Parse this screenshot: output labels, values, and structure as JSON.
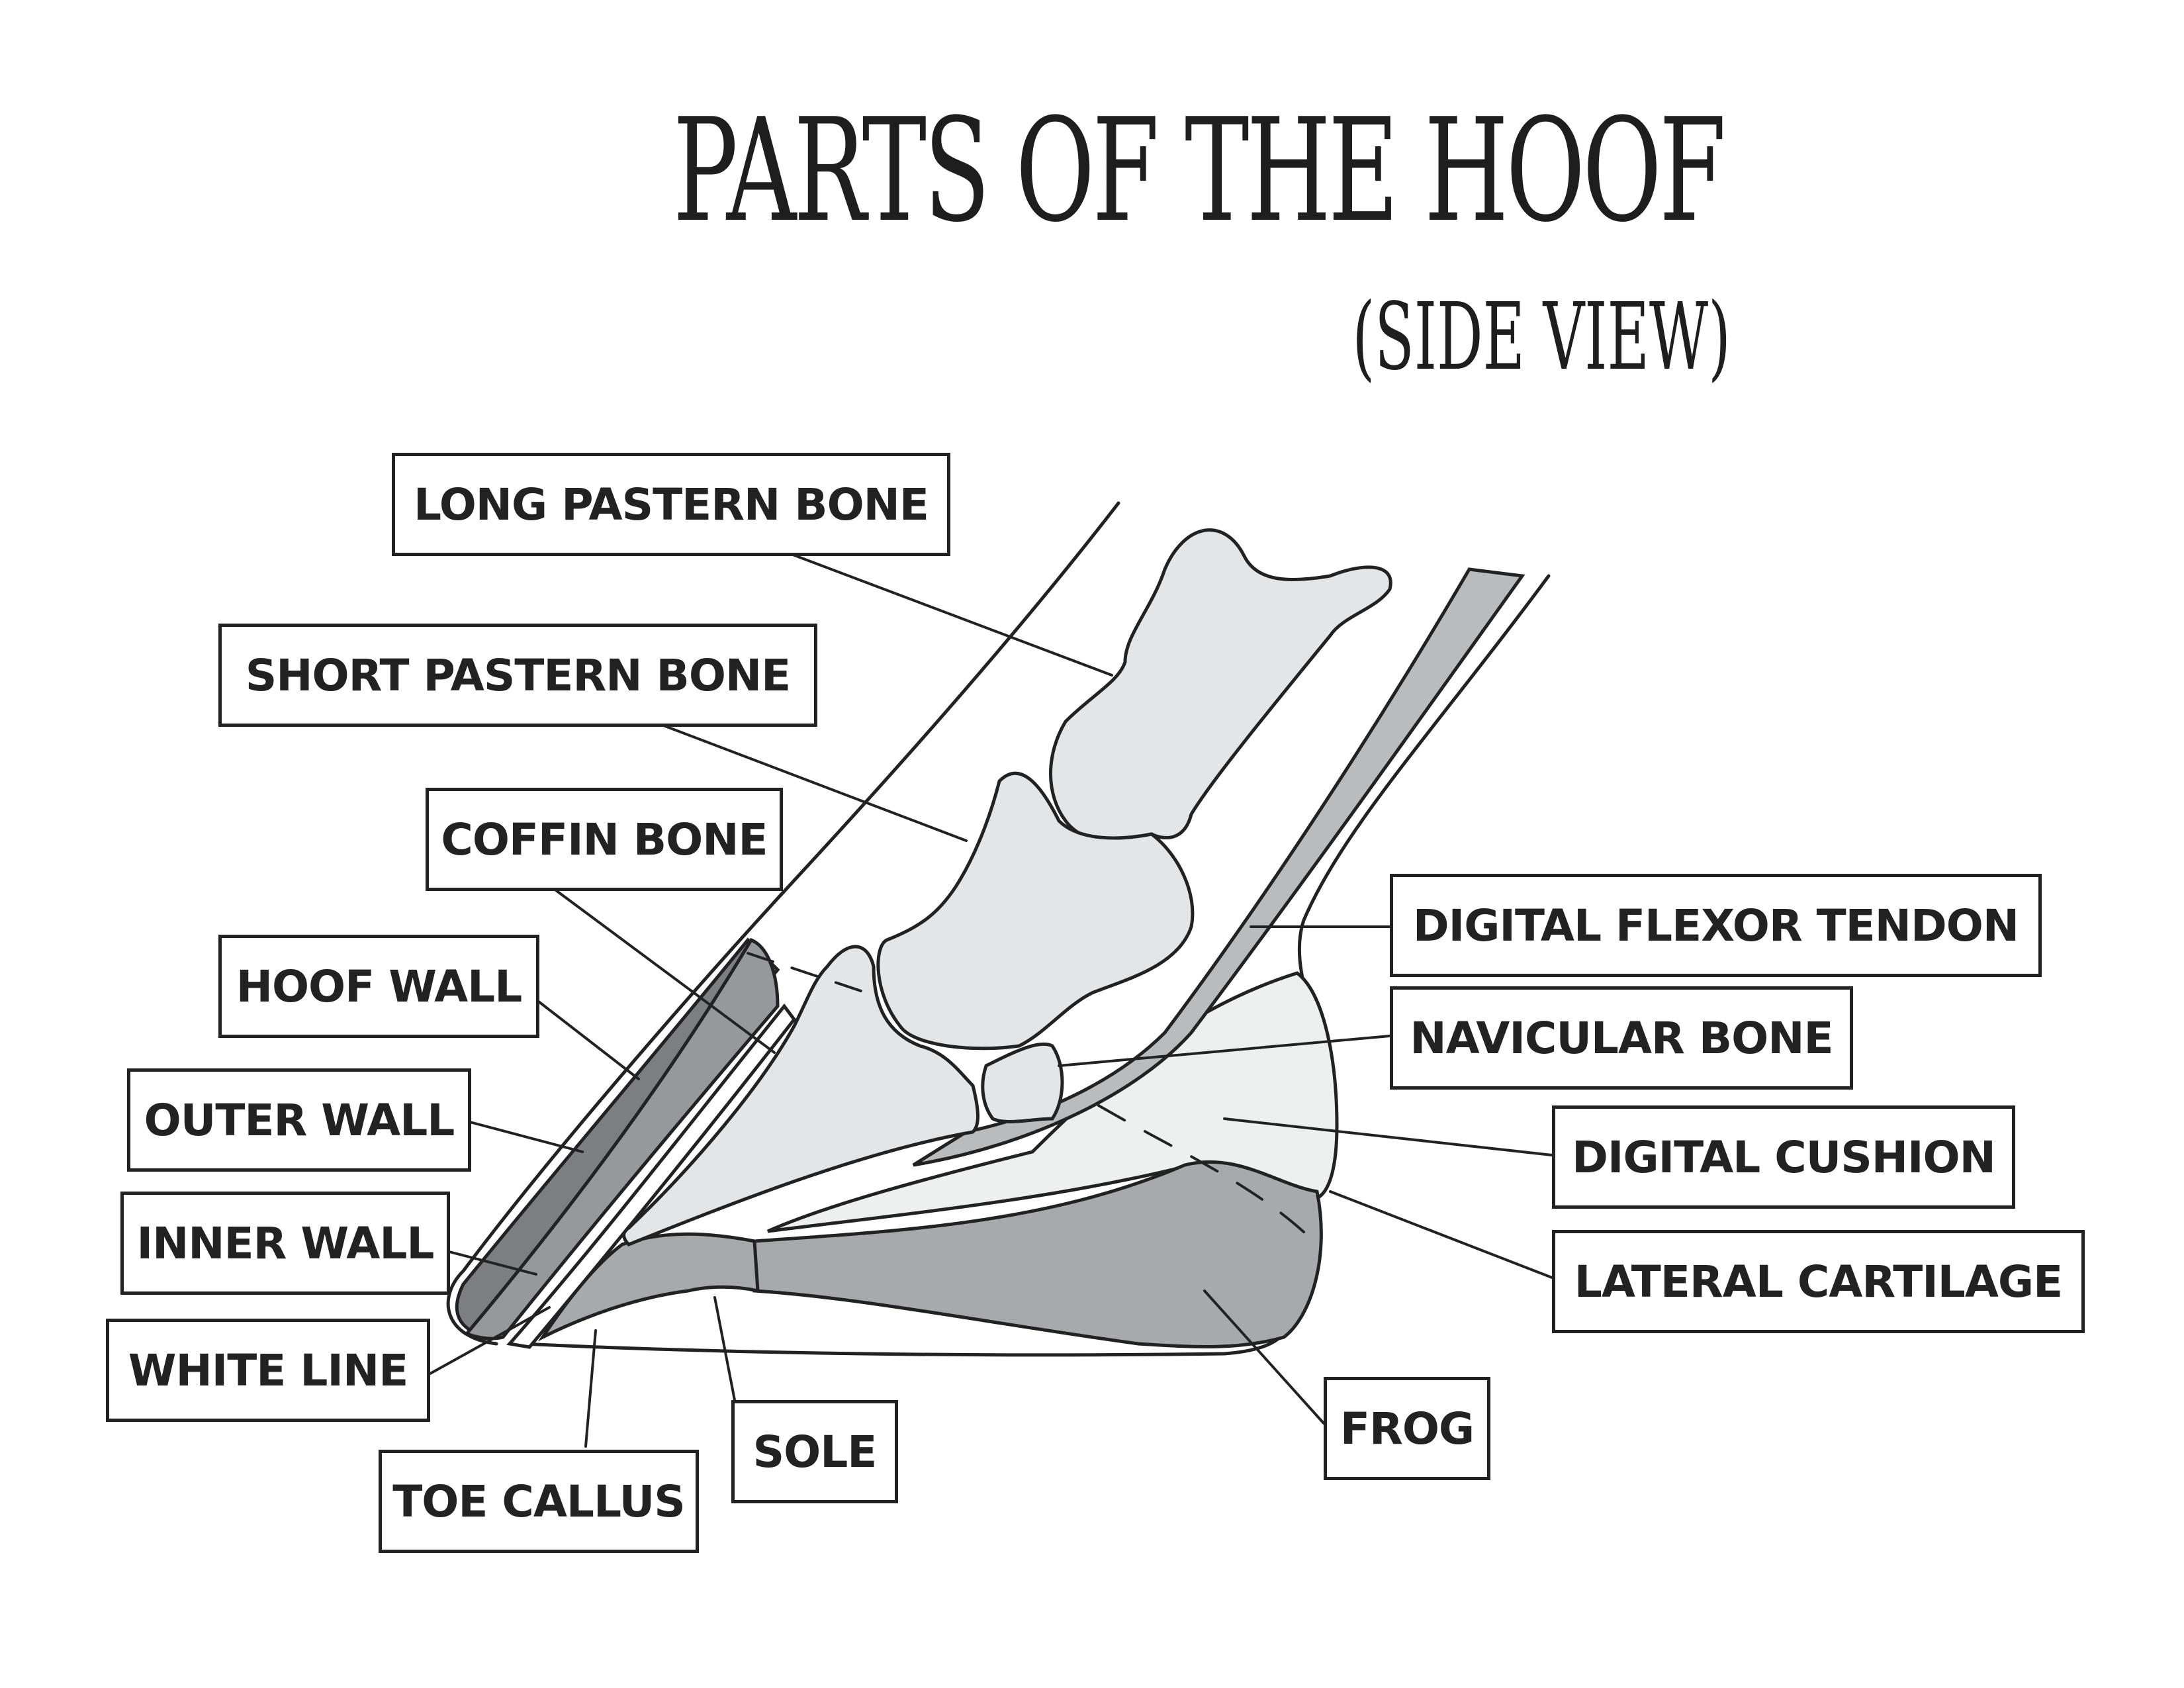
{
  "title": "PARTS OF THE HOOF",
  "subtitle": "(SIDE VIEW)",
  "labels": {
    "long_pastern_bone": "LONG PASTERN BONE",
    "short_pastern_bone": "SHORT PASTERN BONE",
    "coffin_bone": "COFFIN BONE",
    "hoof_wall": "HOOF WALL",
    "outer_wall": "OUTER WALL",
    "inner_wall": "INNER WALL",
    "white_line": "WHITE LINE",
    "toe_callus": "TOE CALLUS",
    "sole": "SOLE",
    "digital_flexor_tendon": "DIGITAL FLEXOR TENDON",
    "navicular_bone": "NAVICULAR BONE",
    "digital_cushion": "DIGITAL CUSHION",
    "lateral_cartilage": "LATERAL CARTILAGE",
    "frog": "FROG"
  },
  "colors": {
    "outline": "#222222",
    "bone": "#e4e5e6",
    "cushion": "#eeefef",
    "tendon": "#b9bbbd",
    "frog": "#a7a9ac",
    "outer_wall": "#7c7e82",
    "inner_wall": "#96989b"
  }
}
